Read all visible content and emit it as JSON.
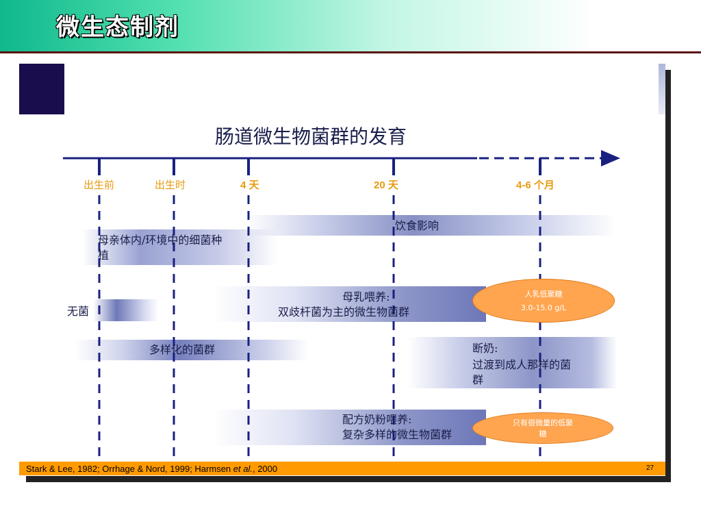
{
  "header": {
    "title": "微生态制剂"
  },
  "diagram": {
    "title": "肠道微生物菌群的发育",
    "timeline": [
      {
        "label": "出生前",
        "sans": false
      },
      {
        "label": "出生时",
        "sans": false
      },
      {
        "label": "4 天",
        "sans": true
      },
      {
        "label": "20 天",
        "sans": true
      },
      {
        "label": "4-6 个月",
        "sans": true
      }
    ],
    "bands": {
      "diet": "饮食影响",
      "maternal_line1": "母亲体内/环境中的细菌种",
      "maternal_line2": "植",
      "sterile": "无菌",
      "breastfeed_line1": "母乳喂养:",
      "breastfeed_line2": "双歧杆菌为主的微生物菌群",
      "diverse": "多样化的菌群",
      "weaning_line1": "断奶:",
      "weaning_line2": "过渡到成人那样的菌",
      "weaning_line3": "群",
      "formula_line1": "配方奶粉喂养:",
      "formula_line2": "复杂多样的微生物菌群"
    },
    "callouts": {
      "hmo_line1": "人乳低聚糖",
      "hmo_line2": "3.0-15.0 g/L",
      "trace_line1": "只有很微量的低聚",
      "trace_line2": "糖"
    }
  },
  "footer": {
    "citation_pre": "Stark & Lee, 1982; Orrhage & Nord, 1999; Harmsen ",
    "citation_etal": "et al.",
    "citation_post": ", 2000",
    "page": "27"
  },
  "colors": {
    "navy": "#1a1e4a",
    "axis": "#1a2080",
    "orange": "#ff9a00",
    "label": "#e89a0e"
  }
}
